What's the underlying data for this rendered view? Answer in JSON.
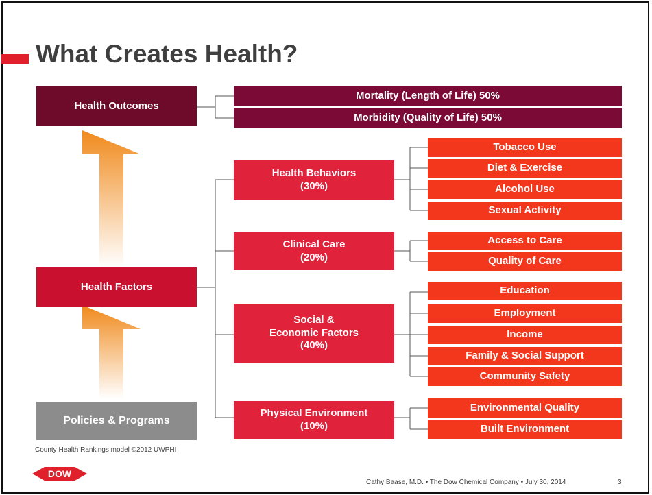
{
  "title": "What Creates Health?",
  "health_outcomes": {
    "label": "Health Outcomes",
    "items": [
      "Mortality (Length of Life) 50%",
      "Morbidity (Quality of Life) 50%"
    ]
  },
  "health_factors": {
    "label": "Health Factors"
  },
  "policies": {
    "label": "Policies & Programs"
  },
  "categories": [
    {
      "label": "Health Behaviors\n(30%)",
      "items": [
        "Tobacco Use",
        "Diet & Exercise",
        "Alcohol Use",
        "Sexual Activity"
      ]
    },
    {
      "label": "Clinical Care\n(20%)",
      "items": [
        "Access to Care",
        "Quality of Care"
      ]
    },
    {
      "label": "Social &\nEconomic Factors\n(40%)",
      "items": [
        "Education",
        "Employment",
        "Income",
        "Family & Social Support",
        "Community Safety"
      ]
    },
    {
      "label": "Physical Environment\n(10%)",
      "items": [
        "Environmental Quality",
        "Built Environment"
      ]
    }
  ],
  "source": "County Health Rankings model ©2012 UWPHI",
  "logo_text": "DOW",
  "footer": "Cathy Baase, M.D. • The Dow Chemical Company • July 30, 2014",
  "page_number": "3",
  "colors": {
    "accent": "#e0202a",
    "outcomes": "#6e0b2a",
    "factors": "#c9102e",
    "category": "#e0223a",
    "leaf": "#f2371d",
    "policies": "#8c8c8c",
    "arrow": "#f08a1c"
  }
}
